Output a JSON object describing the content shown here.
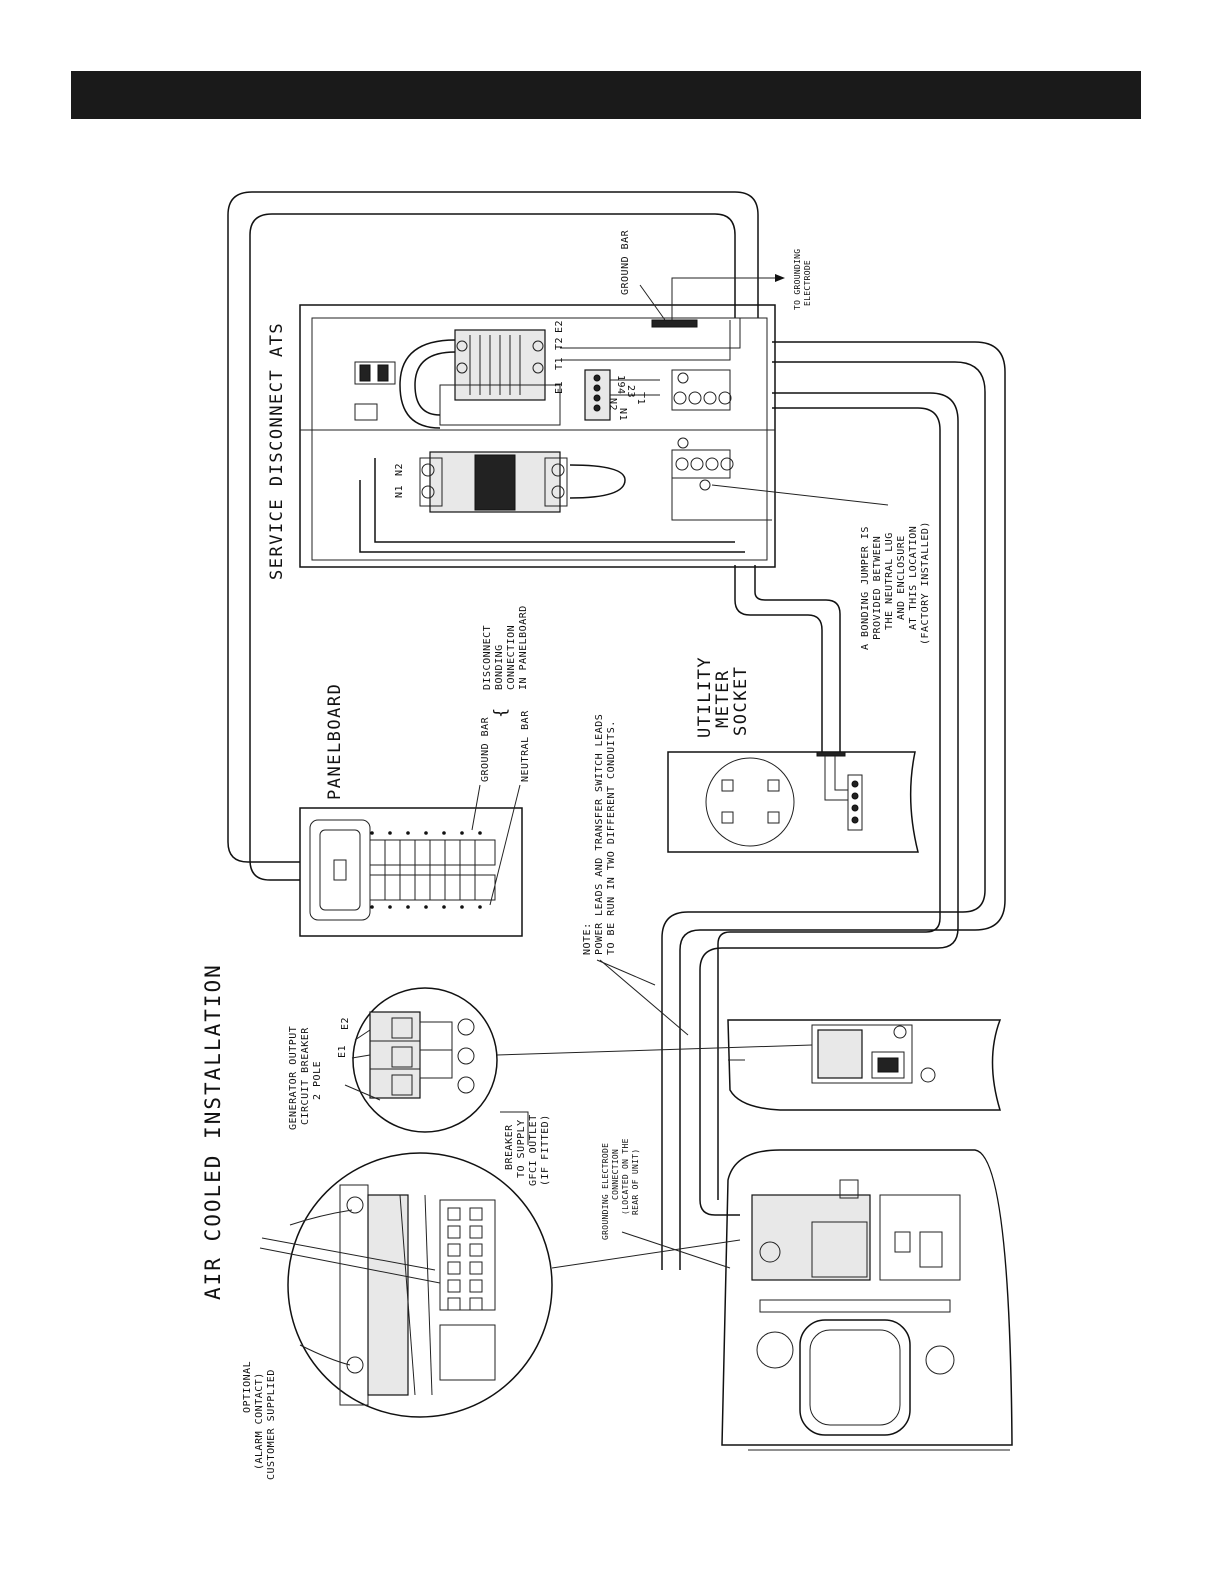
{
  "colors": {
    "header_bar": "#1a1a1a",
    "line": "#111111",
    "background": "#ffffff"
  },
  "labels": {
    "title": "AIR COOLED INSTALLATION",
    "service_disconnect": "SERVICE DISCONNECT ATS",
    "panelboard": "PANELBOARD",
    "utility_meter": [
      "UTILITY",
      "METER",
      "SOCKET"
    ],
    "ground_bar_top": "GROUND BAR",
    "to_grounding": [
      "TO GROUNDING",
      "ELECTRODE"
    ],
    "bonding_jumper": [
      "A BONDING JUMPER IS",
      "PROVIDED BETWEEN",
      "THE NEUTRAL LUG",
      "AND ENCLOSURE",
      "AT THIS LOCATION",
      "(FACTORY INSTALLED)"
    ],
    "ground_bar": "GROUND BAR",
    "neutral_bar": "NEUTRAL BAR",
    "disconnect_bonding": [
      "DISCONNECT",
      "BONDING",
      "CONNECTION",
      "IN PANELBOARD"
    ],
    "note": [
      "NOTE:",
      "POWER LEADS AND TRANSFER SWITCH LEADS",
      "TO BE RUN IN TWO DIFFERENT CONDUITS."
    ],
    "gen_breaker": [
      "GENERATOR OUTPUT",
      "CIRCUIT BREAKER",
      "2 POLE"
    ],
    "breaker_gfci": [
      "BREAKER",
      "TO SUPPLY",
      "GFCI OUTLET",
      "(IF FITTED)"
    ],
    "grounding_conn": [
      "GROUNDING ELECTRODE",
      "CONNECTION",
      "(LOCATED ON THE",
      "REAR OF UNIT)"
    ],
    "alarm": [
      "OPTIONAL",
      "(ALARM CONTACT)",
      "CUSTOMER SUPPLIED"
    ],
    "e1": "E1",
    "e2": "E2",
    "n1": "N1",
    "n2": "N2",
    "ats_terms": [
      "E1",
      "T1",
      "T2",
      "E2"
    ],
    "ctrl_terms": [
      "194",
      "23",
      "T1",
      "N2",
      "N1"
    ]
  }
}
